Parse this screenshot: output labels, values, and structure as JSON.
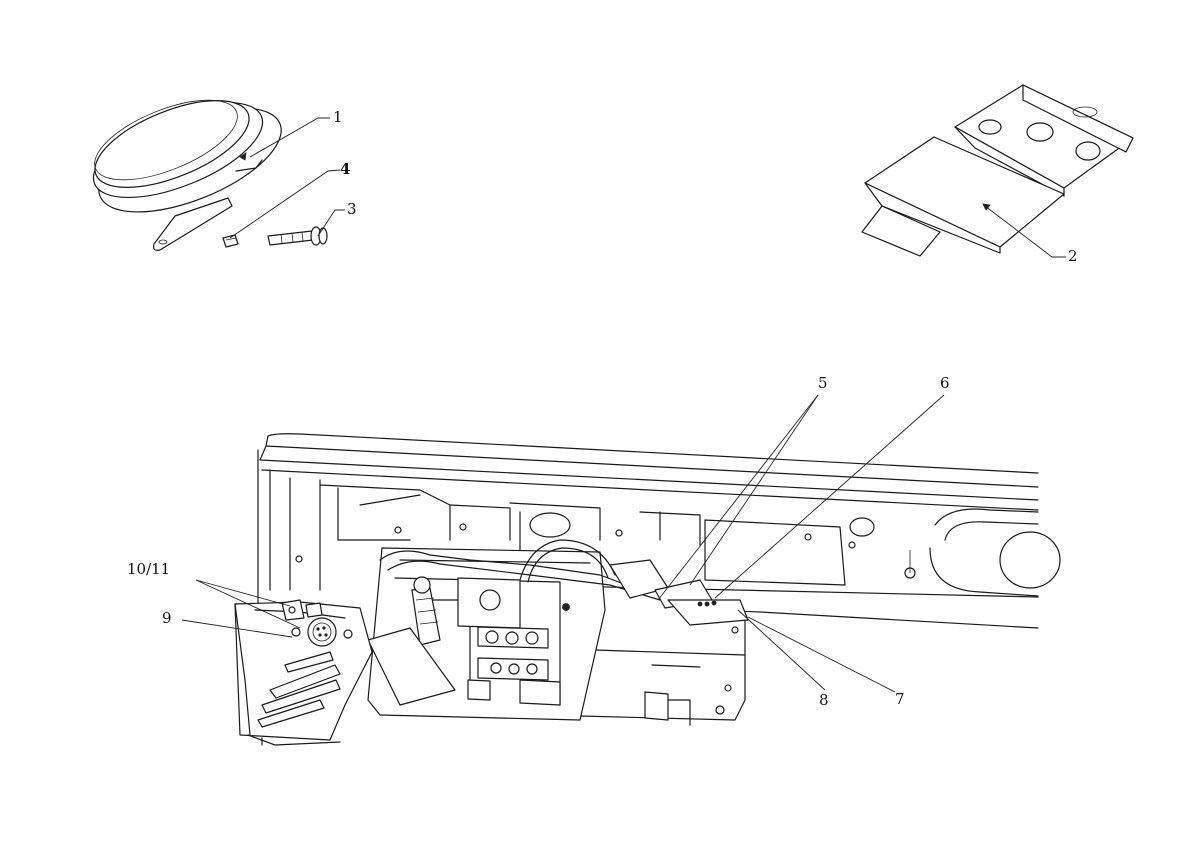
{
  "callouts": {
    "c1": "1",
    "c2": "2",
    "c3": "3",
    "c4": "4",
    "c5": "5",
    "c6": "6",
    "c7": "7",
    "c8": "8",
    "c9": "9",
    "c10_11": "10/11"
  }
}
